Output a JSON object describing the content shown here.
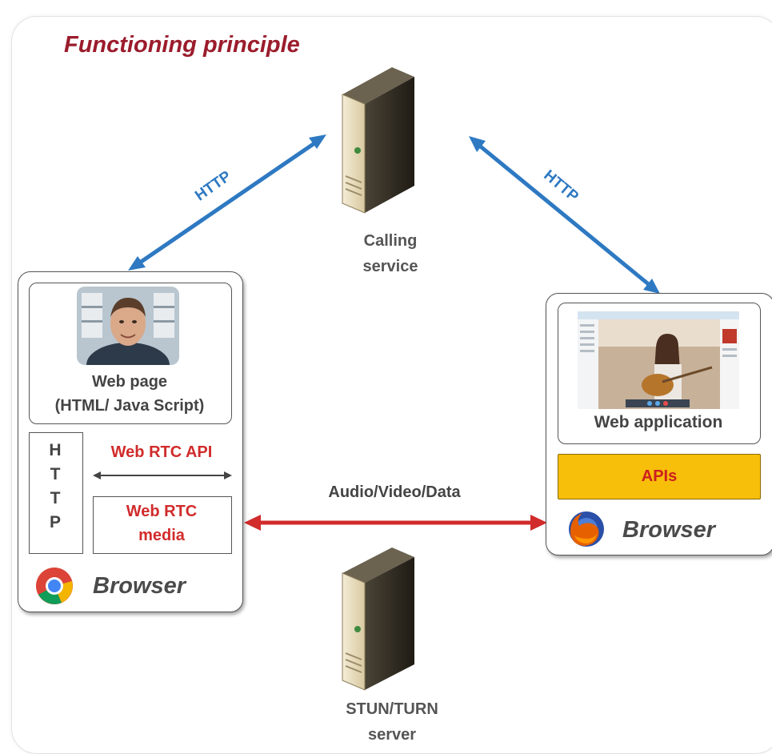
{
  "title": "Functioning principle",
  "calling_service": {
    "label_line1": "Calling",
    "label_line2": "service"
  },
  "stun_server": {
    "label_line1": "STUN/TURN",
    "label_line2": "server"
  },
  "links": {
    "left_http": "HTTP",
    "right_http": "HTTP",
    "media": "Audio/Video/Data"
  },
  "left_browser": {
    "web_page_line1": "Web page",
    "web_page_line2": "(HTML/ Java Script)",
    "http_letters": [
      "H",
      "T",
      "T",
      "P"
    ],
    "webrtc_api": "Web RTC API",
    "webrtc_media_line1": "Web RTC",
    "webrtc_media_line2": "media",
    "browser_label": "Browser",
    "browser_icon": "chrome-icon"
  },
  "right_browser": {
    "web_application": "Web application",
    "apis": "APIs",
    "browser_label": "Browser",
    "browser_icon": "firefox-icon"
  },
  "colors": {
    "title": "#9b1c2c",
    "http_arrow": "#2e79c2",
    "media_arrow": "#d12b2b",
    "apis_fill": "#f7be0a"
  }
}
